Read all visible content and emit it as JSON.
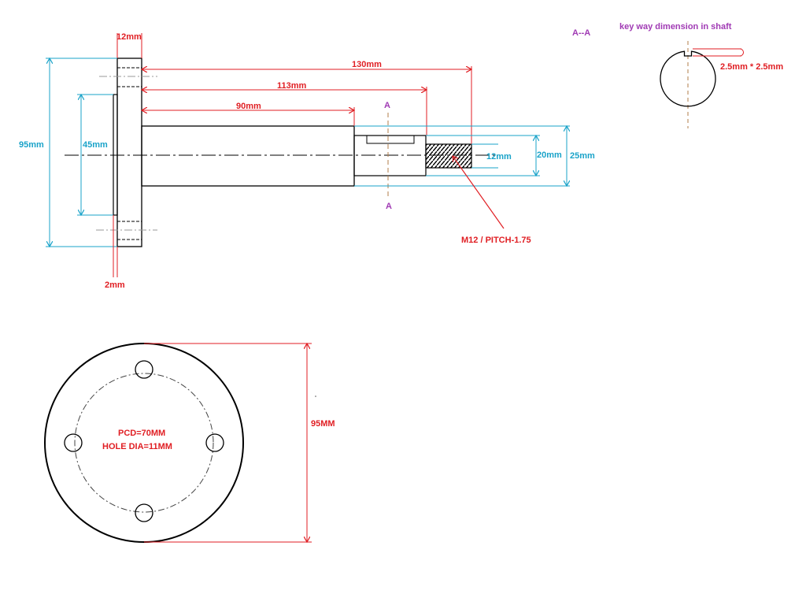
{
  "colors": {
    "outline": "#000000",
    "dim_red": "#e01e23",
    "dim_blue": "#1aa3c9",
    "section_purple": "#a03ab4",
    "centerline_brown": "#b07d4a",
    "hidden_gray": "#9a9a9a"
  },
  "side_view": {
    "flange_thickness": "12mm",
    "len_90": "90mm",
    "len_113": "113mm",
    "len_130": "130mm",
    "dia_95": "95mm",
    "dia_45": "45mm",
    "spigot": "2mm",
    "dia_25": "25mm",
    "dia_20": "20mm",
    "thread_dia": "12mm",
    "thread_spec": "M12 / PITCH-1.75",
    "section_mark_top": "A",
    "section_mark_bottom": "A"
  },
  "section_view": {
    "title": "A--A",
    "keyway_title": "key way dimension in shaft",
    "keyway_size": "2.5mm * 2.5mm"
  },
  "flange_view": {
    "pcd": "PCD=70MM",
    "hole_dia": "HOLE DIA=11MM",
    "diameter": "95MM"
  }
}
